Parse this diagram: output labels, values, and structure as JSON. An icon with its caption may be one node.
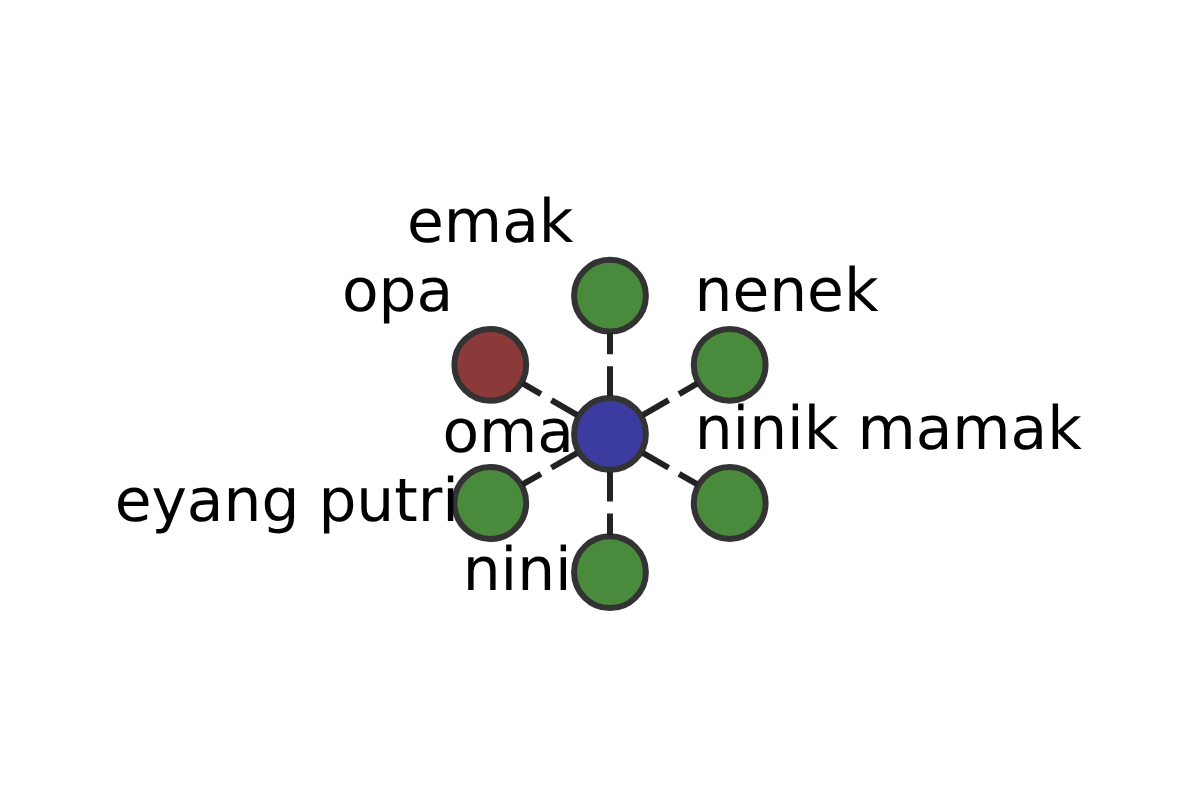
{
  "diagram": {
    "nodes": [
      {
        "text": [
          "nenek"
        ]
      },
      {
        "text": [
          "emak"
        ]
      },
      {
        "text": [
          "oma"
        ]
      },
      {
        "text": [
          "opa"
        ]
      },
      {
        "text": [
          "eyang putri"
        ]
      },
      {
        "text": [
          "nini"
        ]
      },
      {
        "text": [
          "ninik mamak"
        ]
      }
    ],
    "edges": [
      {
        "from": 2,
        "to": 0,
        "arrow": "none",
        "style": "dashed"
      },
      {
        "from": 2,
        "to": 1,
        "arrow": "none",
        "style": "dashed"
      },
      {
        "from": 2,
        "to": 3,
        "arrow": "none",
        "style": "dashed"
      },
      {
        "from": 2,
        "to": 4,
        "arrow": "none",
        "style": "dashed"
      },
      {
        "from": 2,
        "to": 5,
        "arrow": "none",
        "style": "dashed"
      },
      {
        "from": 2,
        "to": 6,
        "arrow": "none",
        "style": "dashed"
      }
    ]
  }
}
